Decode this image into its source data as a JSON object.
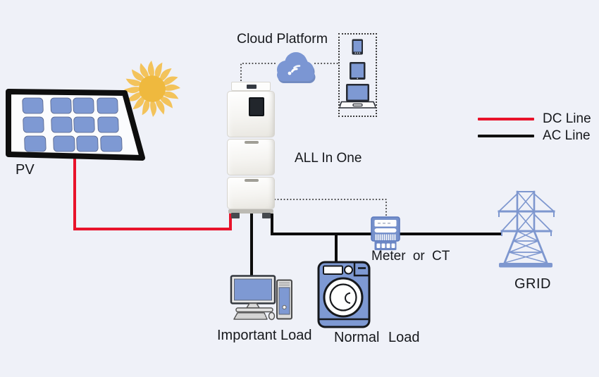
{
  "diagram": {
    "background_color": "#eff1f8",
    "accent_blue": "#7e99d3",
    "dc_line_color": "#e8132b",
    "ac_line_color": "#101010",
    "sun_color": "#efb93e",
    "labels": {
      "pv": "PV",
      "cloud_platform": "Cloud Platform",
      "all_in_one": "ALL In One",
      "meter_or_ct": "Meter or CT",
      "grid": "GRID",
      "important_load": "Important Load",
      "normal_load": "Normal Load"
    },
    "legend": {
      "items": [
        {
          "label": "DC Line",
          "color": "#e8132b"
        },
        {
          "label": "AC Line",
          "color": "#101010"
        }
      ]
    },
    "icons": {
      "solar_panel": "solar-panel-icon",
      "sun": "sun-icon",
      "cloud": "cloud-icon",
      "phone": "phone-icon",
      "tablet": "tablet-icon",
      "laptop": "laptop-icon",
      "all_in_one_unit": "all-in-one-unit",
      "meter": "meter-icon",
      "grid_tower": "grid-tower-icon",
      "computer": "computer-icon",
      "washing_machine": "washing-machine-icon"
    }
  }
}
